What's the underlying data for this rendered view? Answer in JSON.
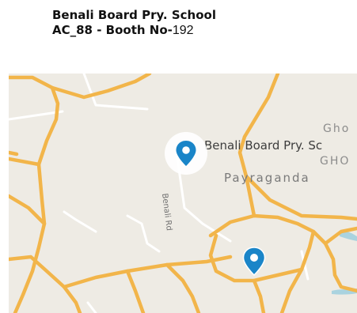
{
  "header": {
    "school_name": "Benali Board Pry. School",
    "booth_prefix": "AC_88 - Booth No-",
    "booth_number": "192"
  },
  "map": {
    "labels": {
      "school": "Benali Board Pry. Sc",
      "gho_top": "Gho",
      "gho_bottom": "GHO",
      "payraganda": "Payraganda",
      "road": "Benali Rd"
    },
    "colors": {
      "background": "#eeebe4",
      "road": "#f2b54a",
      "minor_road": "#ffffff",
      "water": "#aad3df",
      "pin": "#1a85c8"
    },
    "pins": [
      {
        "name": "school-pin",
        "icon": "map-marker-icon"
      },
      {
        "name": "secondary-pin",
        "icon": "map-marker-icon"
      }
    ]
  }
}
